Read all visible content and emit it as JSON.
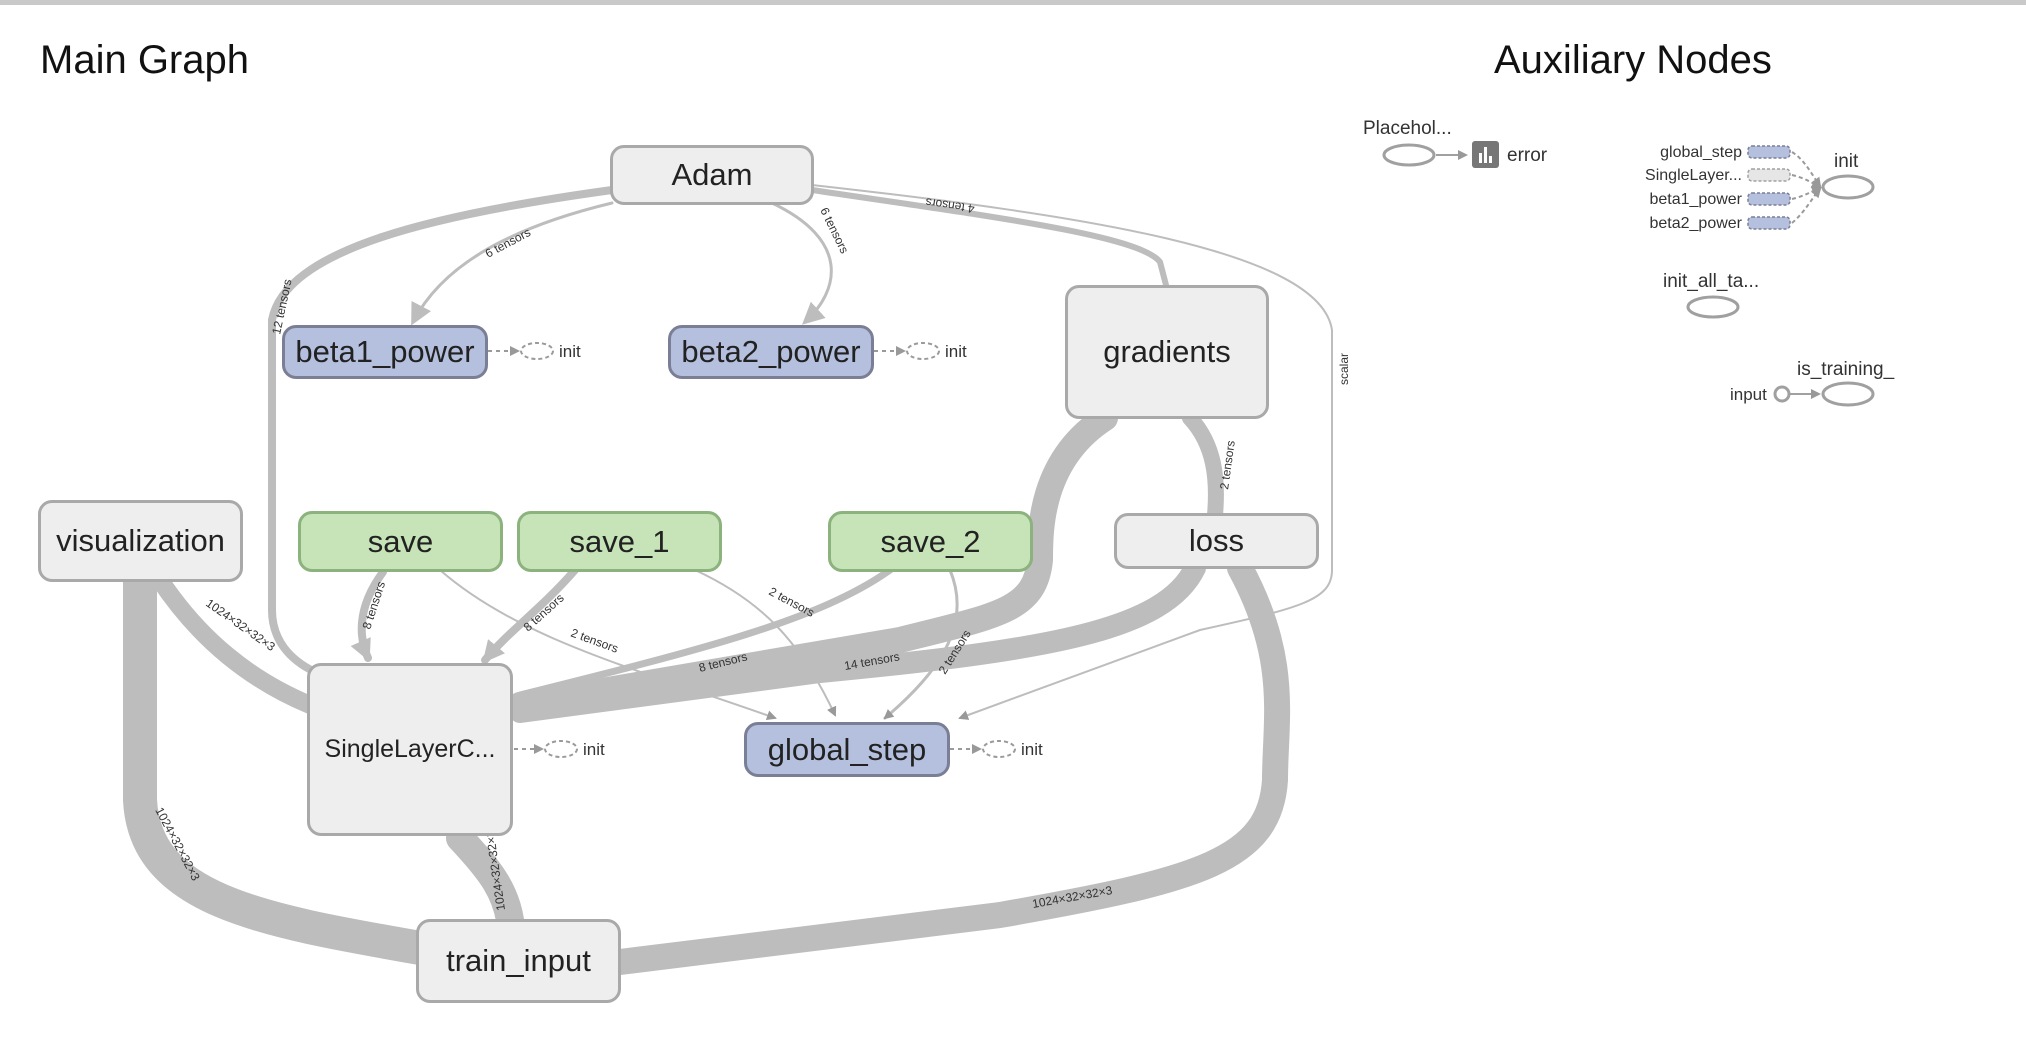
{
  "titles": {
    "main": "Main Graph",
    "auxiliary": "Auxiliary Nodes"
  },
  "main_nodes": {
    "adam": "Adam",
    "beta1_power": "beta1_power",
    "beta2_power": "beta2_power",
    "gradients": "gradients",
    "visualization": "visualization",
    "save": "save",
    "save_1": "save_1",
    "save_2": "save_2",
    "loss": "loss",
    "single_layer": "SingleLayerC...",
    "global_step": "global_step",
    "train_input": "train_input"
  },
  "init_label": "init",
  "edge_labels": {
    "adam_beta1": "6 tensors",
    "adam_beta2": "6 tensors",
    "adam_gradients": "4 tensors",
    "adam_single": "12 tensors",
    "adam_global": "scalar",
    "gradients_loss": "2 tensors",
    "visualization_single": "1024×32×32×3",
    "visualization_train": "1024×32×32×3",
    "save_single": "8 tensors",
    "save_1_single": "8 tensors",
    "save_global": "2 tensors",
    "save_1_global": "2 tensors",
    "save_2_single": "8 tensors",
    "gradients_single": "14 tensors",
    "save_2_global": "2 tensors",
    "single_train": "1024×32×32×3",
    "loss_train": "1024×32×32×3"
  },
  "aux": {
    "placeholder": "Placehol...",
    "error": "error",
    "init": "init",
    "init_inputs": [
      "global_step",
      "SingleLayer...",
      "beta1_power",
      "beta2_power"
    ],
    "init_all": "init_all_ta...",
    "is_training": "is_training_",
    "input": "input"
  },
  "colors": {
    "edge": "#bdbdbd",
    "node_fill": "#eeeeee",
    "variable_fill": "#b4c0de",
    "save_fill": "#c6e4b8"
  }
}
